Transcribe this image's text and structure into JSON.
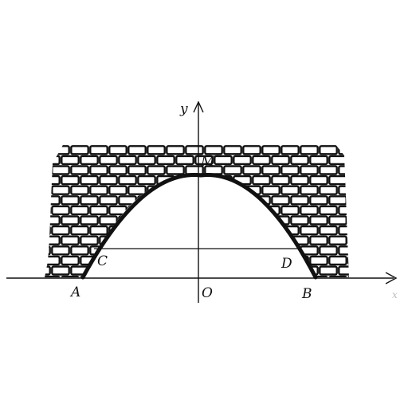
{
  "axes": {
    "x_label": "x",
    "y_label": "y"
  },
  "points": {
    "A": "A",
    "B": "B",
    "C": "C",
    "D": "D",
    "M": "M",
    "O": "O"
  },
  "colors": {
    "ink": "#111111",
    "background": "#ffffff"
  }
}
